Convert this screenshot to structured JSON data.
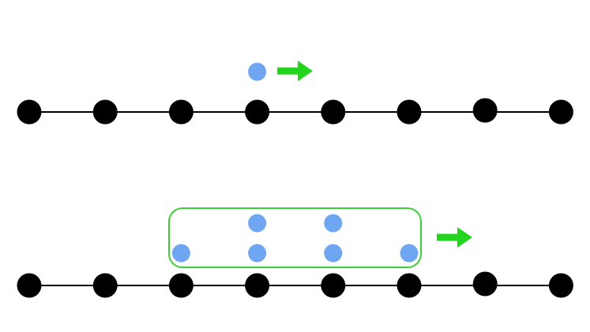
{
  "colors": {
    "background": "#ffffff",
    "node": "#000000",
    "line": "#000000",
    "particle": "#6fa6f2",
    "arrow": "#22d41c",
    "group_box": "#3fcc3a"
  },
  "icons": {
    "arrow": "right-arrow-icon"
  },
  "top_panel": {
    "lattice_nodes": 8,
    "particle_above_node": 4,
    "motion_direction": "right"
  },
  "bottom_panel": {
    "lattice_nodes": 8,
    "particle_cluster": {
      "upper_row_above_nodes": [
        4,
        5
      ],
      "lower_row_above_nodes": [
        3,
        4,
        5,
        6
      ]
    },
    "motion_direction": "right"
  }
}
